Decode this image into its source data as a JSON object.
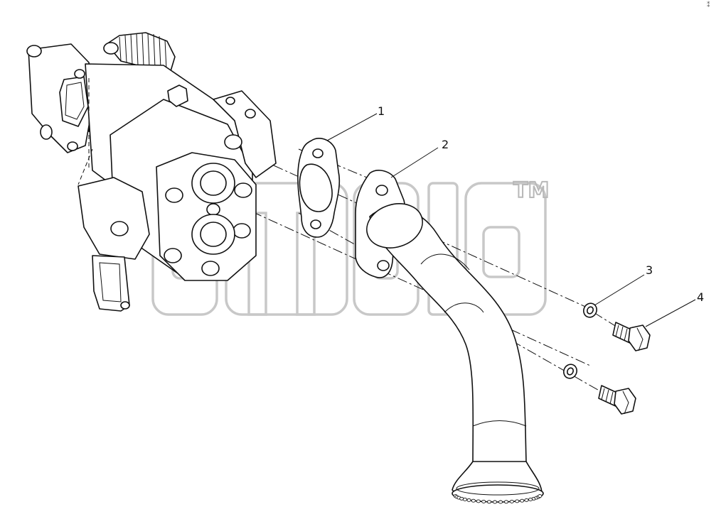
{
  "callouts": [
    {
      "label": "1",
      "part": "gasket"
    },
    {
      "label": "2",
      "part": "suction-pipe"
    },
    {
      "label": "3",
      "part": "washer"
    },
    {
      "label": "4",
      "part": "bolt"
    }
  ],
  "watermark": {
    "mark": "TM"
  },
  "corner_mark": "⁑"
}
